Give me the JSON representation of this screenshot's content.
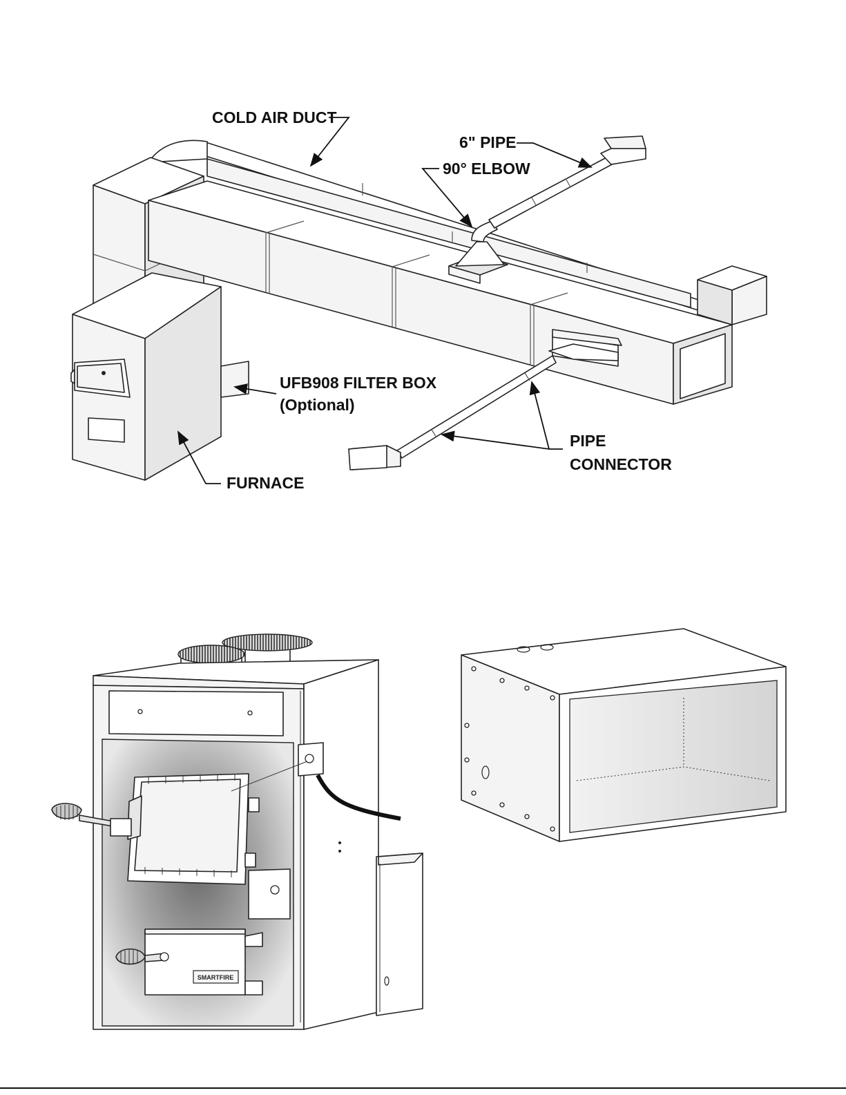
{
  "diagram": {
    "labels": {
      "cold_air_duct": "COLD AIR DUCT",
      "six_inch_pipe": "6\" PIPE",
      "elbow": "90° ELBOW",
      "filter_box_1": "UFB908 FILTER BOX",
      "filter_box_2": "(Optional)",
      "pipe_1": "PIPE",
      "pipe_2": "CONNECTOR",
      "furnace": "FURNACE"
    },
    "furnace_badge": "SMARTFIRE"
  },
  "colors": {
    "line": "#222222",
    "background": "#ffffff",
    "shade_dark": "#9a9a9a",
    "shade_mid": "#dcdcdc"
  }
}
